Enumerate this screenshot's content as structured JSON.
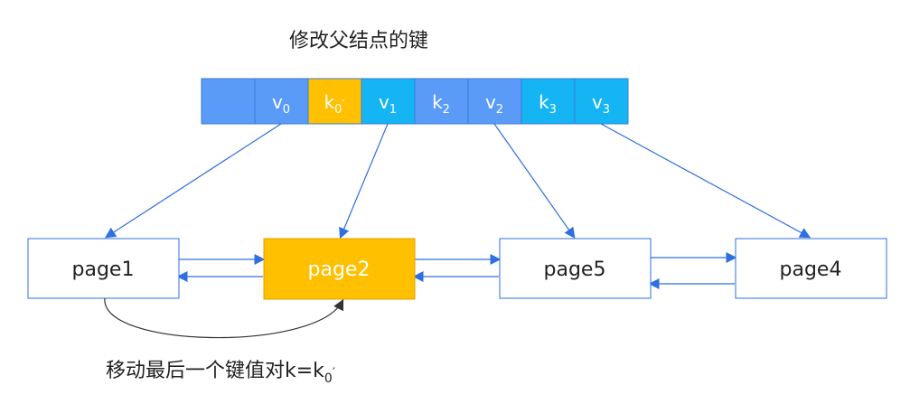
{
  "title": "修改父结点的键",
  "caption": {
    "main": "移动最后一个键值对k=k",
    "sub": "0",
    "mark": "′"
  },
  "parent_node": {
    "cells": [
      {
        "name": "empty",
        "label": "",
        "sub": "",
        "mark": "",
        "color": "#5B9BF8"
      },
      {
        "name": "v0",
        "label": "v",
        "sub": "0",
        "mark": "",
        "color": "#5B9BF8"
      },
      {
        "name": "k0-prime",
        "label": "k",
        "sub": "0",
        "mark": "′",
        "color": "#FFC000"
      },
      {
        "name": "v1",
        "label": "v",
        "sub": "1",
        "mark": "",
        "color": "#15B5F4"
      },
      {
        "name": "k2",
        "label": "k",
        "sub": "2",
        "mark": "",
        "color": "#5B9BF8"
      },
      {
        "name": "v2",
        "label": "v",
        "sub": "2",
        "mark": "",
        "color": "#5B9BF8"
      },
      {
        "name": "k3",
        "label": "k",
        "sub": "3",
        "mark": "",
        "color": "#15B5F4"
      },
      {
        "name": "v3",
        "label": "v",
        "sub": "3",
        "mark": "",
        "color": "#15B5F4"
      }
    ]
  },
  "pages": [
    {
      "name": "page1",
      "label": "page1",
      "highlight": false
    },
    {
      "name": "page2",
      "label": "page2",
      "highlight": true
    },
    {
      "name": "page5",
      "label": "page5",
      "highlight": false
    },
    {
      "name": "page4",
      "label": "page4",
      "highlight": false
    }
  ],
  "colors": {
    "arrow": "#2F6FE0",
    "page_border": "#2F6FE0",
    "highlight_fill": "#FFC000",
    "highlight_border": "#E0A000",
    "curve": "#333333"
  }
}
